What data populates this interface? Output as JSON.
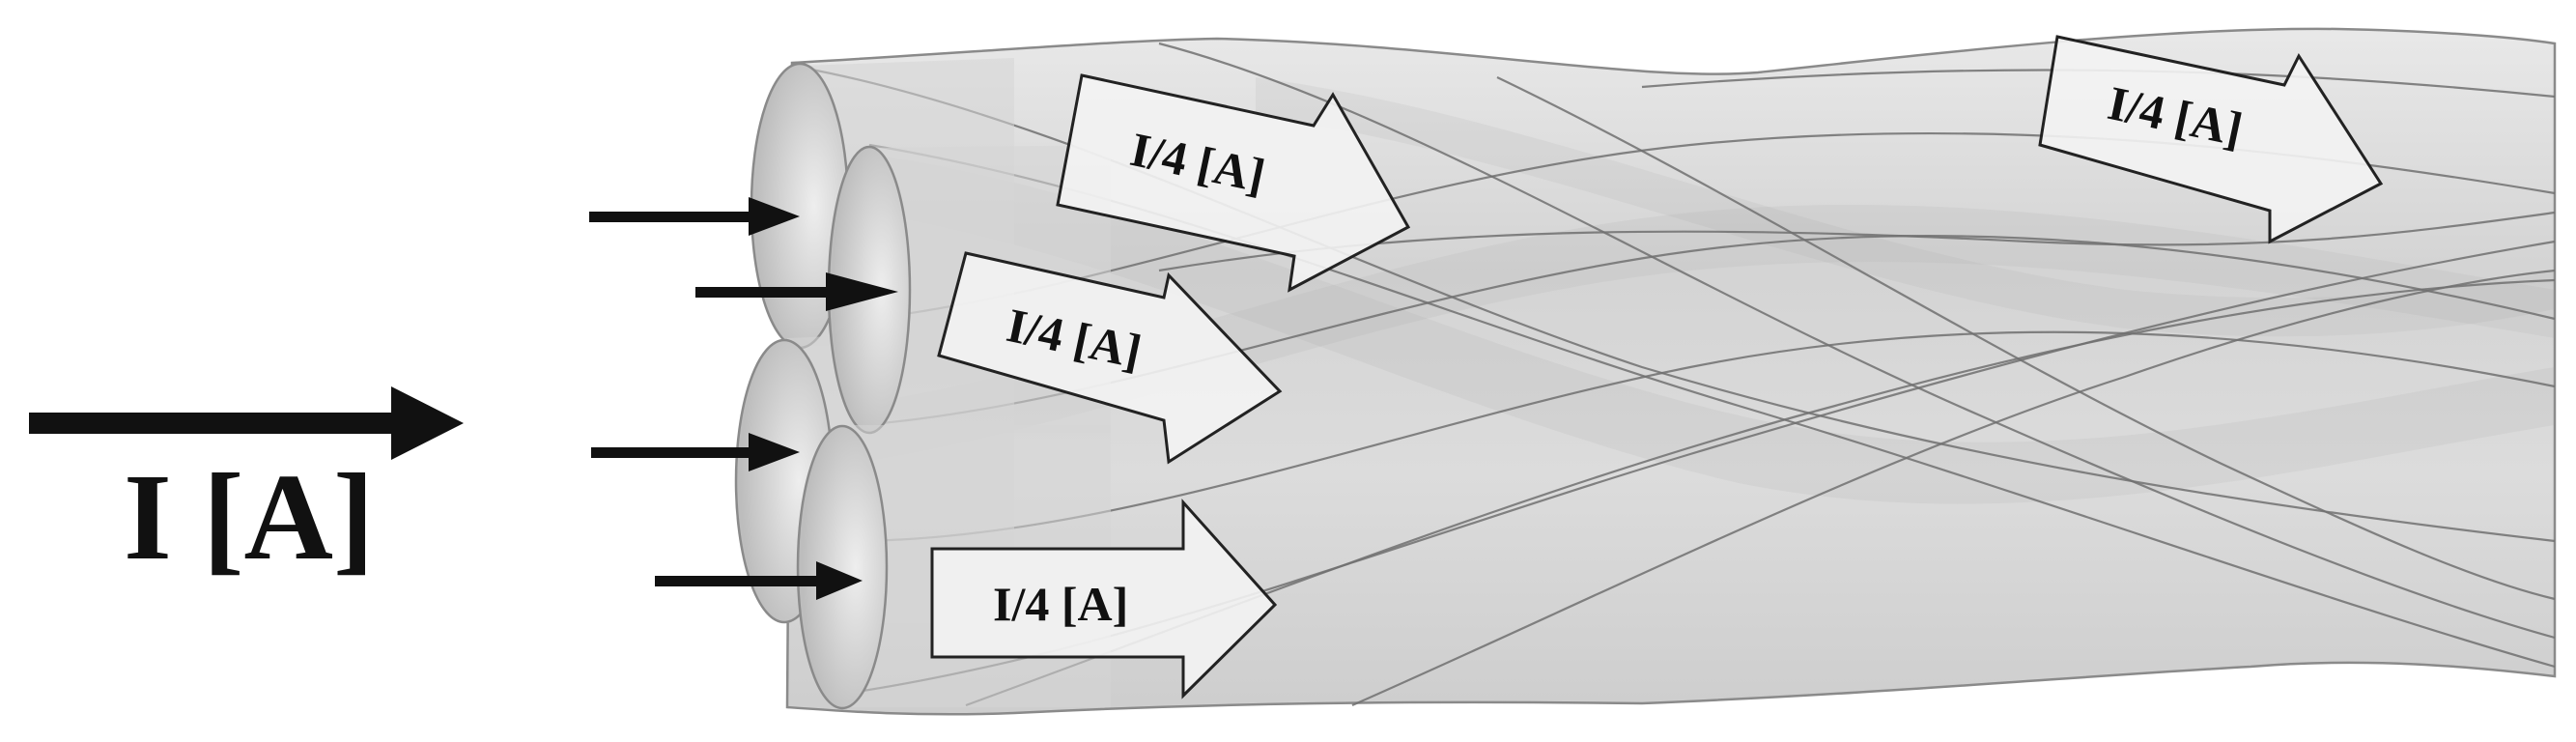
{
  "diagram": {
    "input_label": "I [A]",
    "strand_labels": [
      "I/4 [A]",
      "I/4 [A]",
      "I/4 [A]",
      "I/4 [A]"
    ],
    "colors": {
      "ink": "#111111",
      "conductor_fill": "#d4d4d4",
      "conductor_edge": "#8a8a8a",
      "background": "#ffffff"
    }
  }
}
